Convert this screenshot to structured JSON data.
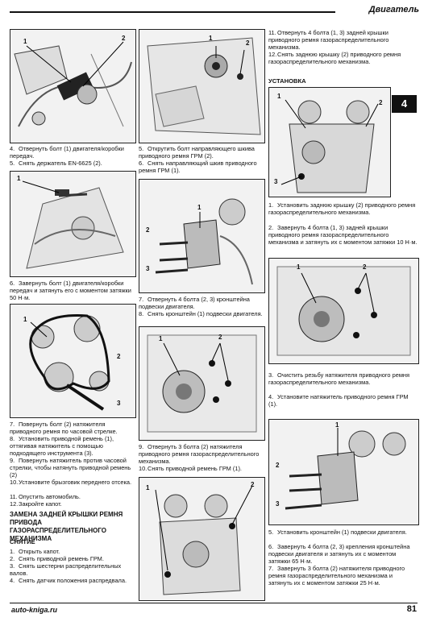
{
  "header": {
    "title": "Двигатель"
  },
  "tab_number": "4",
  "figure_labels": {
    "one": "1",
    "two": "2",
    "three": "3"
  },
  "col1": {
    "steps_a": [
      {
        "n": "4.",
        "t": "Отвернуть болт (1) двигателя/коробки передач."
      },
      {
        "n": "5.",
        "t": "Снять держатель EN-6625 (2)."
      }
    ],
    "steps_b": [
      {
        "n": "6.",
        "t": "Завернуть болт (1) двигателя/коробки передач и затянуть его с моментом затяжки 50 Н·м."
      }
    ],
    "steps_c": [
      {
        "n": "7.",
        "t": "Повернуть болт (2) натяжителя приводного ремня по часовой стрелке."
      },
      {
        "n": "8.",
        "t": "Установить приводной ремень (1), оттягивая натяжитель с помощью подходящего инструмента (3)."
      },
      {
        "n": "9.",
        "t": "Повернуть натяжитель против часовой стрелки, чтобы натянуть приводной ремень (2)"
      },
      {
        "n": "10.",
        "t": "Установите брызговик переднего отсека."
      },
      {
        "n": "11.",
        "t": "Опустить автомобиль."
      },
      {
        "n": "12.",
        "t": "Закройте капот."
      }
    ],
    "section_title": "ЗАМЕНА ЗАДНЕЙ КРЫШКИ РЕМНЯ ПРИВОДА ГАЗОРАСПРЕДЕЛИТЕЛЬНОГО МЕХАНИЗМА",
    "removal_title": "СНЯТИЕ",
    "steps_d": [
      {
        "n": "1.",
        "t": "Открыть капот."
      },
      {
        "n": "2.",
        "t": "Снять приводной ремень ГРМ."
      },
      {
        "n": "3.",
        "t": "Снять шестерни распределительных валов."
      },
      {
        "n": "4.",
        "t": "Снять датчик положения распредвала."
      }
    ]
  },
  "col2": {
    "steps_a": [
      {
        "n": "5.",
        "t": "Открутить болт направляющего шкива приводного ремня ГРМ (2)."
      },
      {
        "n": "6.",
        "t": "Снять направляющий шкив приводного ремня ГРМ (1)."
      }
    ],
    "steps_b": [
      {
        "n": "7.",
        "t": "Отвернуть 4 болта (2, 3) кронштейна подвески двигателя."
      },
      {
        "n": "8.",
        "t": "Снять кронштейн (1) подвески двигателя."
      }
    ],
    "steps_c": [
      {
        "n": "9.",
        "t": "Отвернуть 3 болта (2) натяжителя приводного ремня газораспределительного механизма."
      },
      {
        "n": "10.",
        "t": "Снять приводной ремень ГРМ (1)."
      }
    ]
  },
  "col3": {
    "steps_a": [
      {
        "n": "11.",
        "t": "Отвернуть 4 болта (1, 3) задней крышки приводного ремня газораспределительного механизма."
      },
      {
        "n": "12.",
        "t": "Снять заднюю крышку (2) приводного ремня газораспределительного механизма."
      }
    ],
    "install_title": "УСТАНОВКА",
    "steps_b": [
      {
        "n": "1.",
        "t": "Установить заднюю крышку (2) приводного ремня газораспределительного механизма."
      },
      {
        "n": "2.",
        "t": "Завернуть 4 болта (1, 3) задней крышки приводного ремня газораспределительного механизма и затянуть их с моментом затяжки 10 Н·м."
      }
    ],
    "steps_c": [
      {
        "n": "3.",
        "t": "Очистить резьбу натяжителя приводного ремня газораспределительного механизма."
      },
      {
        "n": "4.",
        "t": "Установите натяжитель приводного ремня ГРМ (1)."
      }
    ],
    "steps_d": [
      {
        "n": "5.",
        "t": "Установить кронштейн (1) подвески двигателя."
      },
      {
        "n": "6.",
        "t": "Завернуть 4 болта (2, 3) крепления кронштейна подвески двигателя и затянуть их с моментом затяжки 65 Н·м."
      },
      {
        "n": "7.",
        "t": "Завернуть 3 болта (2) натяжителя приводного ремня газораспределительного механизма и затянуть их с моментом затяжки 25 Н·м."
      }
    ]
  },
  "footer": {
    "site": "auto-kniga.ru",
    "page": "81"
  }
}
